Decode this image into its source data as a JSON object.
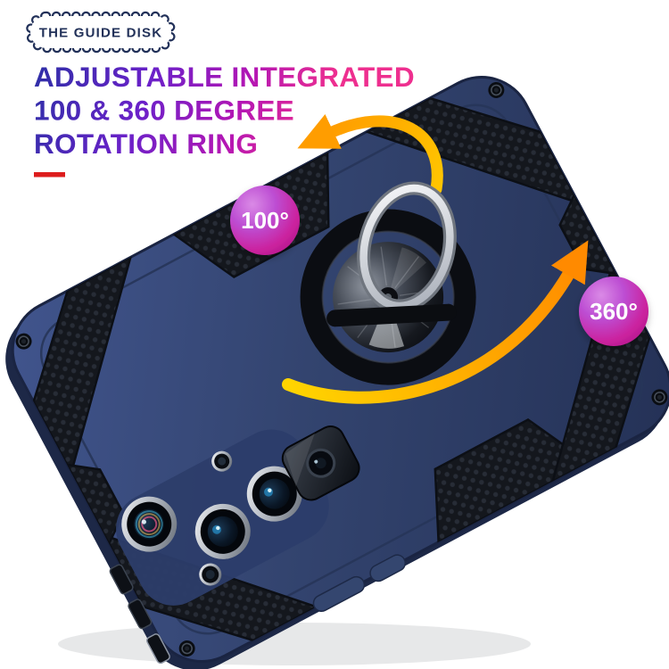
{
  "badge": {
    "label": "THE GUIDE DISK"
  },
  "headline": {
    "line1": "ADJUSTABLE INTEGRATED",
    "line2": "100 & 360 DEGREE",
    "line3": "ROTATION RING"
  },
  "callouts": {
    "left": "100°",
    "right": "360°"
  },
  "colors": {
    "headline_gradient_start": "#2c2fa6",
    "headline_gradient_mid": "#6b21c9",
    "headline_gradient_end": "#ee2f8f",
    "underline_red": "#dd1c1c",
    "arrow_yellow": "#ffd400",
    "arrow_orange": "#ff8e00",
    "callout_purple": "#bd4ed3",
    "callout_pink": "#cb229e",
    "case_navy": "#33446f",
    "armor_black": "#14171d",
    "badge_text_navy": "#223159"
  },
  "icons": {
    "top_arrow": "curved-rotation-arrow",
    "right_arrow": "curved-rotation-arrow",
    "ring": "ring-kickstand",
    "badge_border": "scalloped-cloud-border"
  }
}
